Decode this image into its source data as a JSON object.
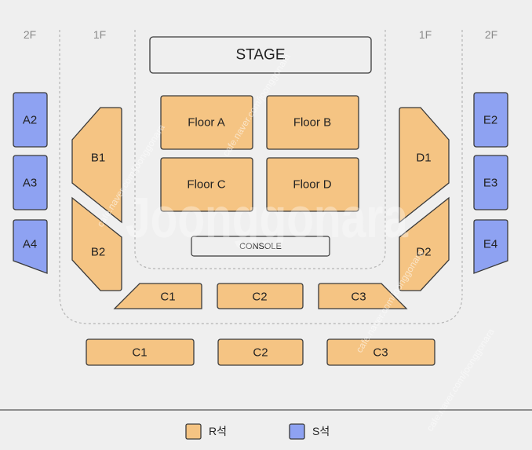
{
  "levels": {
    "left_2f": "2F",
    "left_1f": "1F",
    "right_1f": "1F",
    "right_2f": "2F"
  },
  "stage": "STAGE",
  "console": "CONSOLE",
  "floor": {
    "a": "Floor A",
    "b": "Floor B",
    "c": "Floor C",
    "d": "Floor D"
  },
  "sections": {
    "a2": "A2",
    "a3": "A3",
    "a4": "A4",
    "b1": "B1",
    "b2": "B2",
    "d1": "D1",
    "d2": "D2",
    "e2": "E2",
    "e3": "E3",
    "e4": "E4",
    "c1_upper": "C1",
    "c2_upper": "C2",
    "c3_upper": "C3",
    "c1_lower": "C1",
    "c2_lower": "C2",
    "c3_lower": "C3"
  },
  "legend": {
    "r_label": "R석",
    "s_label": "S석"
  },
  "colors": {
    "r_seat": "#f5c483",
    "s_seat": "#8ea2f2",
    "background": "#efefef"
  },
  "watermark": {
    "brand": "Joonggonara",
    "cafe_lines": [
      "cafe.naver.com/joonggonara",
      "cafe.naver.com/joonggonara",
      "cafe.naver.com/joonggonara",
      "cafe.naver.com/joonggonara"
    ]
  }
}
